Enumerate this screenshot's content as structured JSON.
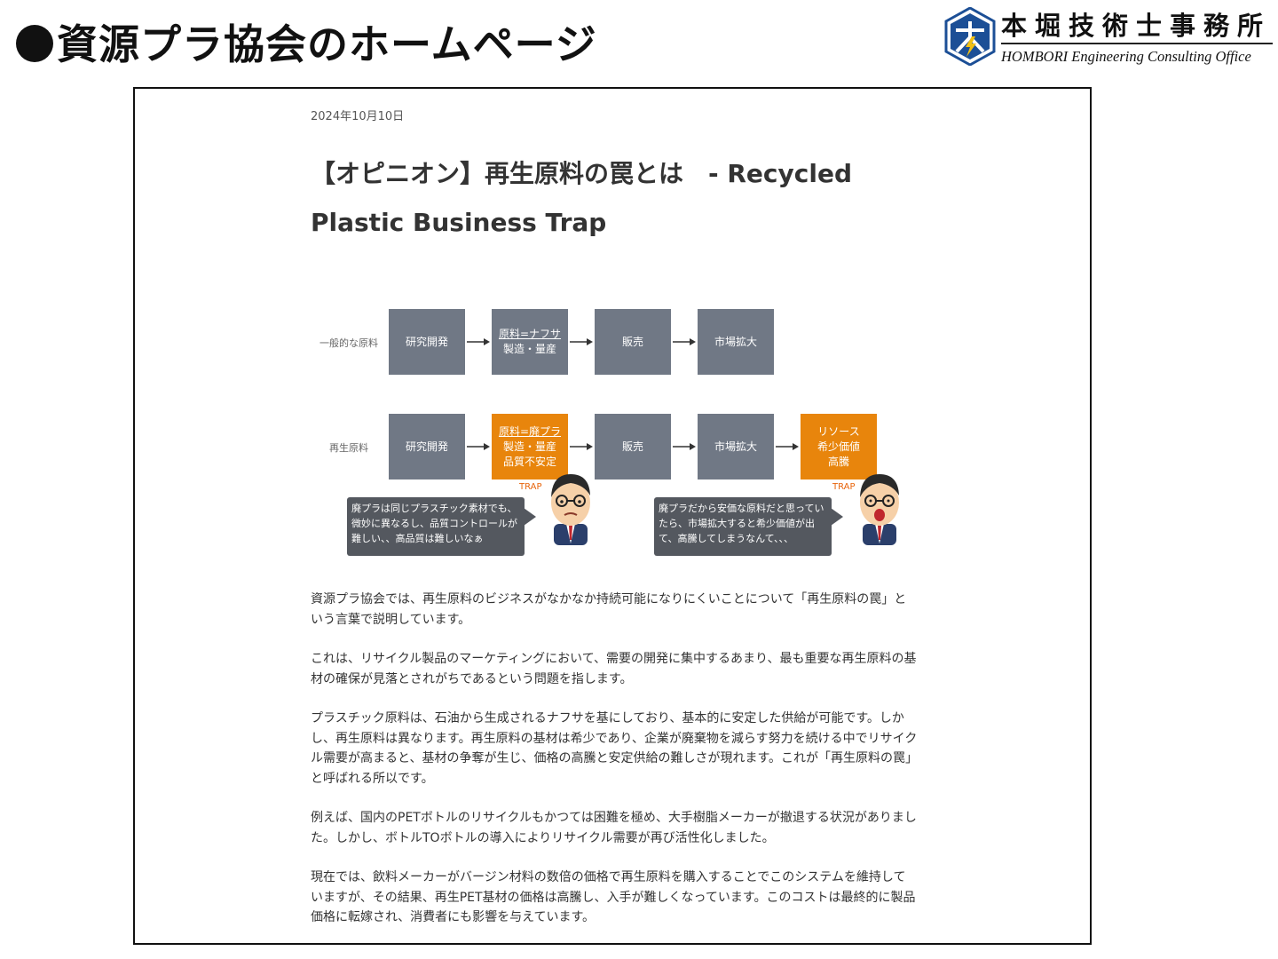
{
  "slide": {
    "title": "資源プラ協会のホームページ"
  },
  "logo": {
    "name_jp": "本堀技術士事務所",
    "name_en": "HOMBORI Engineering Consulting Office"
  },
  "article": {
    "date": "2024年10月10日",
    "title_line1": "【オピニオン】再生原料の罠とは　- Recycled",
    "title_line2": "Plastic Business Trap",
    "paragraphs": [
      "資源プラ協会では、再生原料のビジネスがなかなか持続可能になりにくいことについて「再生原料の罠」という言葉で説明しています。",
      "これは、リサイクル製品のマーケティングにおいて、需要の開発に集中するあまり、最も重要な再生原料の基材の確保が見落とされがちであるという問題を指します。",
      "プラスチック原料は、石油から生成されるナフサを基にしており、基本的に安定した供給が可能です。しかし、再生原料は異なります。再生原料の基材は希少であり、企業が廃棄物を減らす努力を続ける中でリサイクル需要が高まると、基材の争奪が生じ、価格の高騰と安定供給の難しさが現れます。これが「再生原料の罠」と呼ばれる所以です。",
      "例えば、国内のPETボトルのリサイクルもかつては困難を極め、大手樹脂メーカーが撤退する状況がありました。しかし、ボトルTOボトルの導入によりリサイクル需要が再び活性化しました。",
      "現在では、飲料メーカーがバージン材料の数倍の価格で再生原料を購入することでこのシステムを維持していますが、その結果、再生PET基材の価格は高騰し、入手が難しくなっています。このコストは最終的に製品価格に転嫁され、消費者にも影響を与えています。"
    ]
  },
  "diagram": {
    "row1": {
      "label": "一般的な原料",
      "boxes": [
        {
          "lines": [
            "研究開発"
          ]
        },
        {
          "underlined": "原料=ナフサ",
          "lines": [
            "製造・量産"
          ]
        },
        {
          "lines": [
            "販売"
          ]
        },
        {
          "lines": [
            "市場拡大"
          ]
        }
      ]
    },
    "row2": {
      "label": "再生原料",
      "boxes": [
        {
          "lines": [
            "研究開発"
          ]
        },
        {
          "underlined": "原料=廃プラ",
          "lines": [
            "製造・量産",
            "品質不安定"
          ]
        },
        {
          "lines": [
            "販売"
          ]
        },
        {
          "lines": [
            "市場拡大"
          ]
        },
        {
          "lines": [
            "リソース",
            "希少価値",
            "高騰"
          ]
        }
      ]
    },
    "trap_label": "TRAP",
    "bubble_left": "廃プラは同じプラスチック素材でも、微妙に異なるし、品質コントロールが難しい、、高品質は難しいなぁ",
    "bubble_right": "廃プラだから安価な原料だと思っていたら、市場拡大すると希少価値が出て、高騰してしまうなんて、、、",
    "colors": {
      "gray": "#707885",
      "orange": "#e8850c",
      "bubble": "#54585f"
    }
  }
}
